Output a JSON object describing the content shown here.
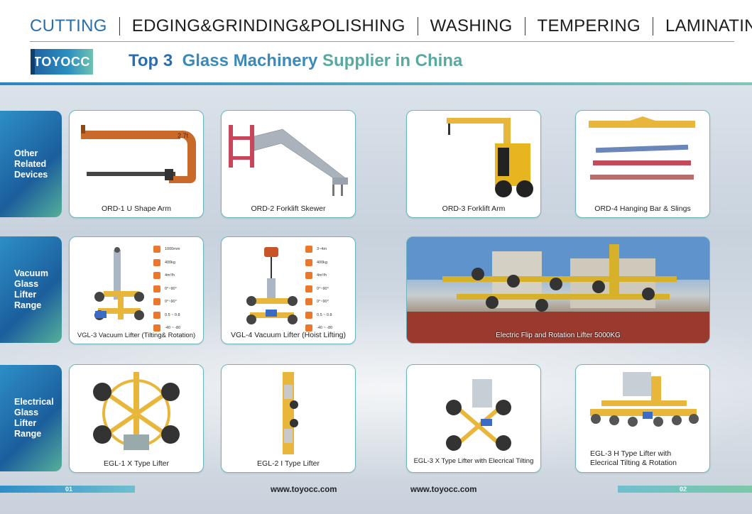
{
  "nav": [
    "CUTTING",
    "EDGING&GRINDING&POLISHING",
    "WASHING",
    "TEMPERING",
    "LAMINATING"
  ],
  "brand": {
    "logo": "TOYOCC",
    "tagline_a": "Top 3",
    "tagline_b": "Glass Machinery",
    "tagline_c": "Supplier in China"
  },
  "sections": [
    {
      "label": "Other\nRelated\nDevices"
    },
    {
      "label": "Vacuum\nGlass\nLifter\nRange"
    },
    {
      "label": "Electrical\nGlass\nLifter\nRange"
    }
  ],
  "other_devices": [
    {
      "caption": "ORD-1 U Shape Arm",
      "badge": "2.7t"
    },
    {
      "caption": "ORD-2 Forklift Skewer"
    },
    {
      "caption": "ORD-3 Forklift Arm"
    },
    {
      "caption": "ORD-4 Hanging Bar & Slings"
    }
  ],
  "vacuum_lifters": [
    {
      "caption": "VGL-3 Vacuum Lifter (Tilting& Rotation)",
      "specs": [
        "1000mm",
        "400kg",
        "4m³/h",
        "0°~90°",
        "0°~90°",
        "0.5 ~ 0.8",
        "-40 ~ -80"
      ]
    },
    {
      "caption": "VGL-4 Vacuum Lifter (Hoist Lifting)",
      "specs": [
        "3~4m",
        "400kg",
        "4m³/h",
        "0°~90°",
        "0°~90°",
        "0.5 ~ 0.8",
        "-40 ~ -80"
      ]
    }
  ],
  "photo": {
    "caption": "Electric Flip and Rotation Lifter 5000KG"
  },
  "electrical_lifters": [
    {
      "caption": "EGL-1 X Type Lifter"
    },
    {
      "caption": "EGL-2 I Type Lifter"
    },
    {
      "caption": "EGL-3 X Type Lifter with Elecrical Tilting"
    },
    {
      "caption": "EGL-3 H Type Lifter with Elecrical Tilting & Rotation"
    }
  ],
  "footer": {
    "page_left": "01",
    "page_right": "02",
    "url_left": "www.toyocc.com",
    "url_right": "www.toyocc.com"
  },
  "colors": {
    "accent": "#2b6fa8",
    "teal": "#5aa9a0",
    "orange": "#e9772c",
    "yellow": "#e8b63a"
  }
}
